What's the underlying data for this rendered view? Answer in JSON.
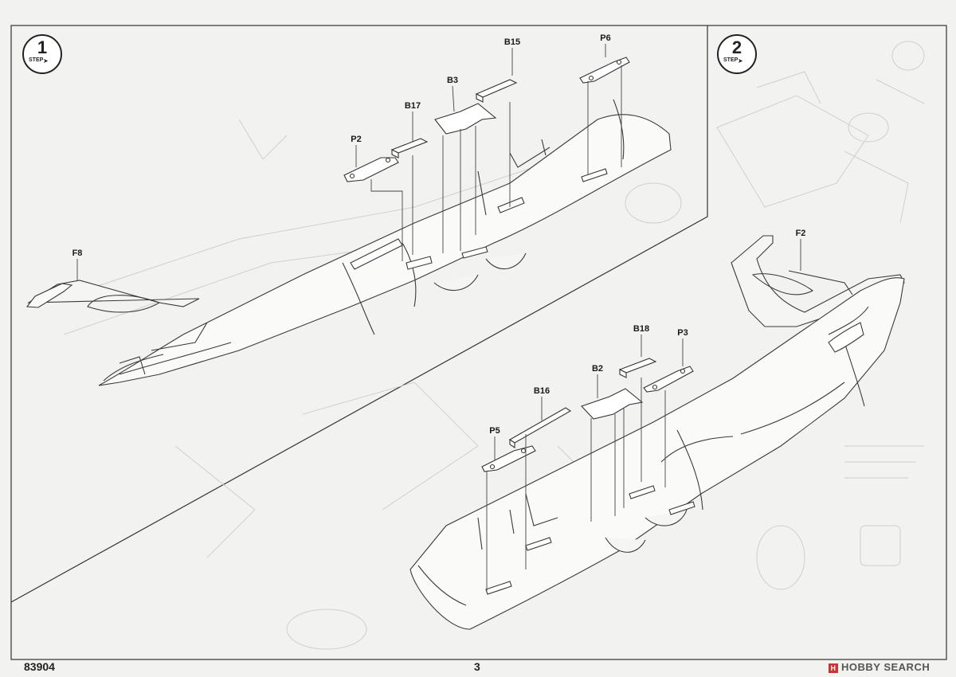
{
  "steps": [
    {
      "number": "1",
      "word": "STEP"
    },
    {
      "number": "2",
      "word": "STEP"
    }
  ],
  "part_labels": {
    "f8": "F8",
    "p2": "P2",
    "b17": "B17",
    "b3": "B3",
    "b15": "B15",
    "p6": "P6",
    "f2": "F2",
    "b18": "B18",
    "p3": "P3",
    "b2": "B2",
    "b16": "B16",
    "p5": "P5"
  },
  "footer": {
    "code": "83904",
    "page": "3",
    "watermark": "HOBBY SEARCH",
    "watermark_icon": "H"
  },
  "colors": {
    "line": "#3a3a3a",
    "paper": "#f2f2f0",
    "ghost": "#c8c8c6"
  }
}
